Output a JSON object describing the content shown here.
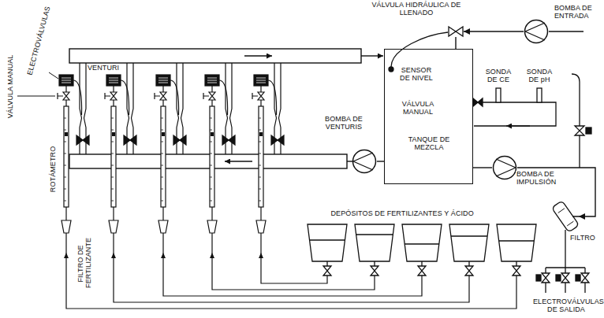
{
  "diagram": {
    "nodes": [
      {
        "text": [
          "BOMBA DE ENTRADA"
        ]
      },
      {
        "text": [
          "VÁLVULA HIDRÁULICA DE LLENADO"
        ]
      },
      {
        "text": [
          "TANQUE DE MEZCLA"
        ]
      },
      {
        "text": [
          "BOMBA DE VENTURIS"
        ]
      },
      {
        "text": [
          "BOMBA DE IMPULSIÓN"
        ]
      },
      {
        "text": [
          "FILTRO"
        ]
      }
    ],
    "edges": [
      {
        "from": 0,
        "to": 1,
        "arrow": "to"
      },
      {
        "from": 1,
        "to": 2,
        "arrow": "none"
      },
      {
        "from": 2,
        "to": 3,
        "arrow": "none"
      },
      {
        "from": 2,
        "to": 4,
        "arrow": "none"
      },
      {
        "from": 4,
        "to": 5,
        "arrow": "to"
      }
    ],
    "labels": [
      "VÁLVULA MANUAL",
      "ELECTROVÁLVULAS",
      "VENTURI",
      "SENSOR DE NIVEL",
      "VÁLVULA MANUAL",
      "SONDA DE CE",
      "SONDA DE pH",
      "ROTÁMETRO",
      "FILTRO DE FERTILIZANTE",
      "DEPÓSITOS DE FERTILIZANTES Y ÁCIDO",
      "ELECTROVÁLVULAS DE SALIDA"
    ]
  }
}
